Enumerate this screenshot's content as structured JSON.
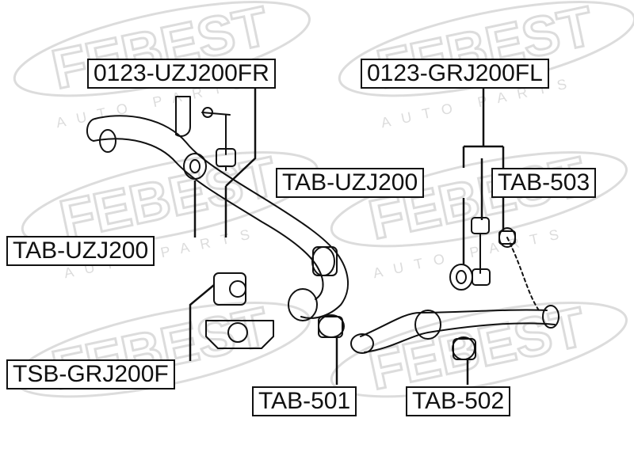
{
  "watermark": {
    "brand": "FEBEST",
    "sub": "AUTO PARTS"
  },
  "parts": {
    "link_front_right": "0123-UZJ200FR",
    "link_front_left": "0123-GRJ200FL",
    "bushing_upper_mid": "TAB-UZJ200",
    "bushing_503": "TAB-503",
    "bushing_left": "TAB-UZJ200",
    "stabilizer_bushing": "TSB-GRJ200F",
    "bushing_501": "TAB-501",
    "bushing_502": "TAB-502"
  },
  "colors": {
    "line": "#111111",
    "watermark": "#d9d9d9"
  }
}
